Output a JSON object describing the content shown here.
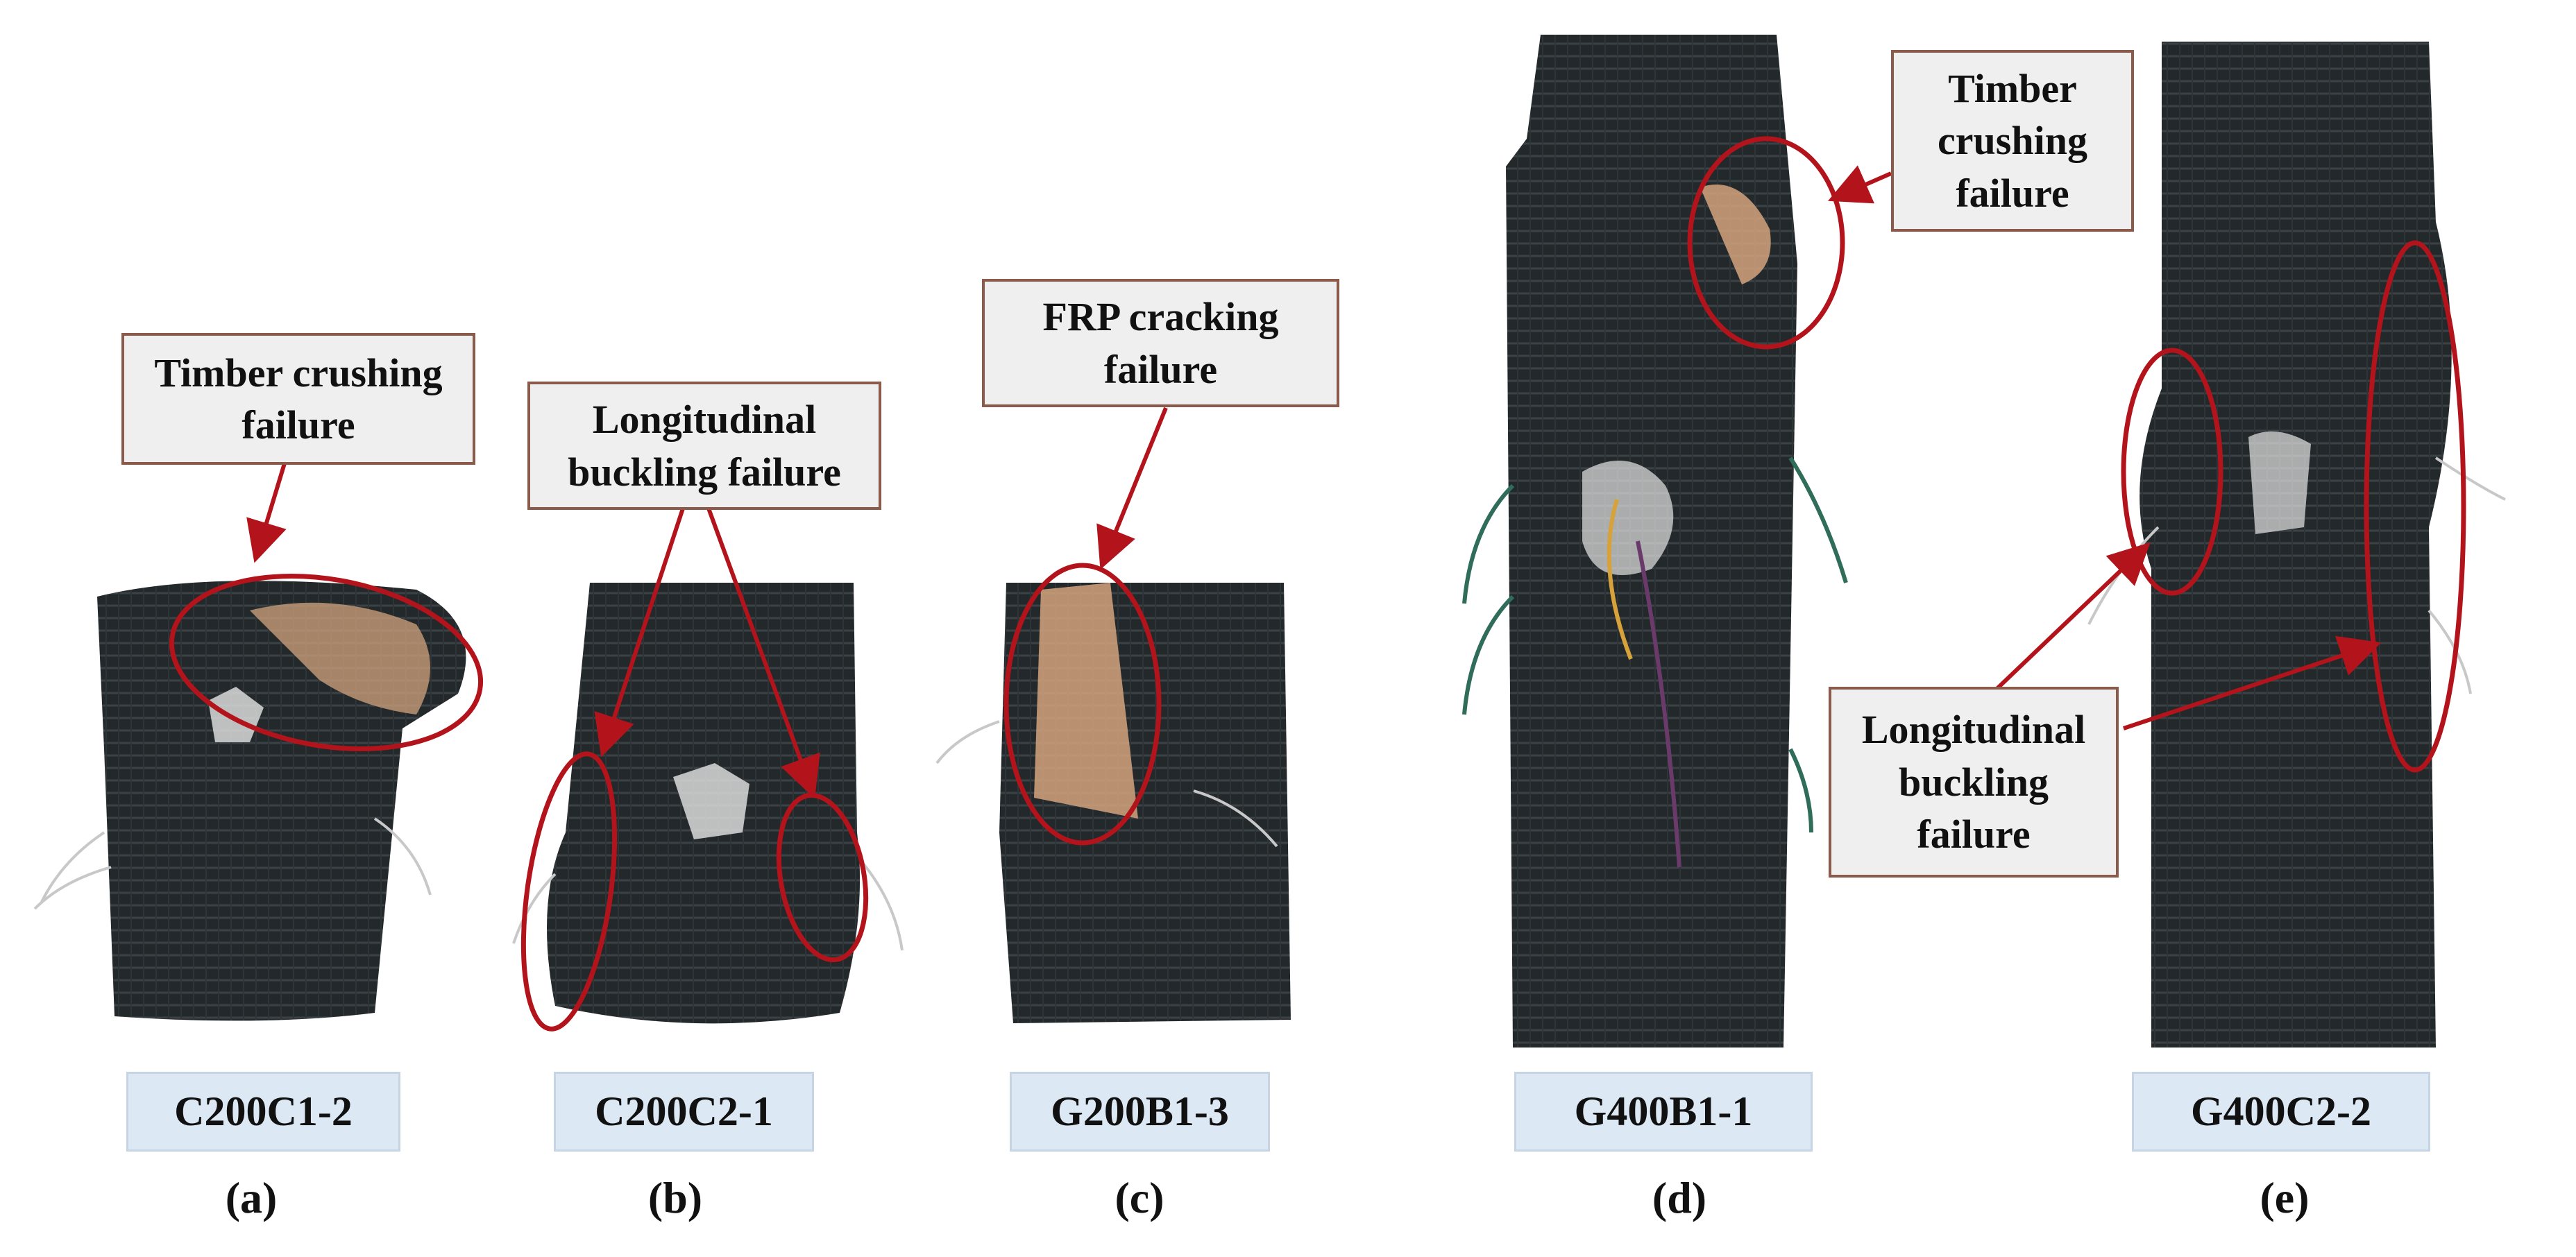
{
  "annotations": {
    "a": [
      "Timber crushing",
      "failure"
    ],
    "b": [
      "Longitudinal",
      "buckling failure"
    ],
    "c": [
      "FRP cracking",
      "failure"
    ],
    "d": [
      "Timber",
      "crushing",
      "failure"
    ],
    "e": [
      "Longitudinal",
      "buckling",
      "failure"
    ]
  },
  "specimens": [
    "C200C1-2",
    "C200C2-1",
    "G200B1-3",
    "G400B1-1",
    "G400C2-2"
  ],
  "panel_letters": [
    "(a)",
    "(b)",
    "(c)",
    "(d)",
    "(e)"
  ],
  "colors": {
    "annotation_red": "#b3141c",
    "callout_border": "#8a5a4a",
    "callout_fill": "#efefef",
    "label_fill": "#dce8f4",
    "column_dark": "#1f2326",
    "timber": "#d3a37e"
  }
}
